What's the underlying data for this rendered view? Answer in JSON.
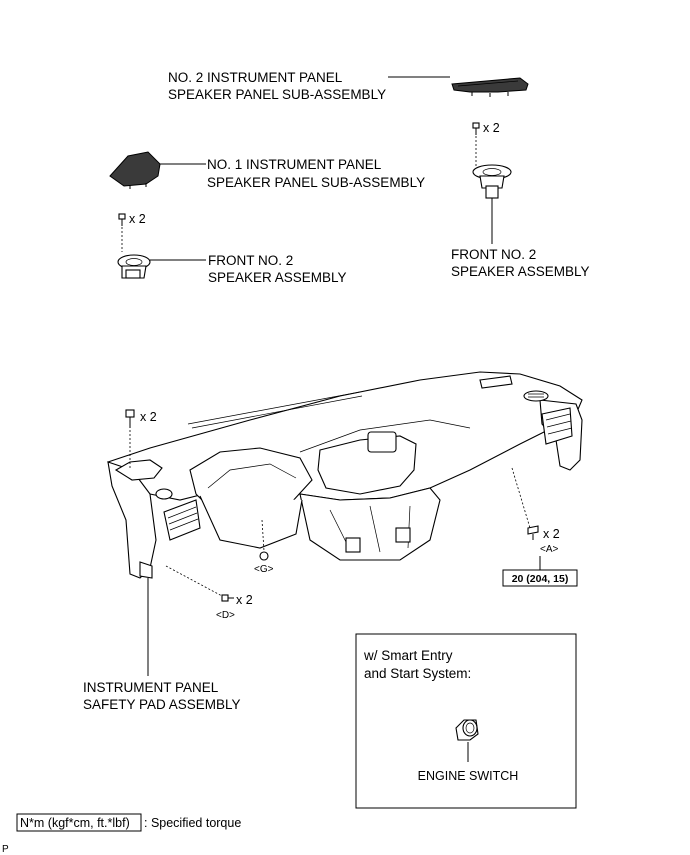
{
  "labels": {
    "no2_panel_line1": "NO. 2 INSTRUMENT PANEL",
    "no2_panel_line2": "SPEAKER PANEL SUB-ASSEMBLY",
    "no1_panel_line1": "NO. 1 INSTRUMENT PANEL",
    "no1_panel_line2": "SPEAKER PANEL SUB-ASSEMBLY",
    "front_speaker_left_line1": "FRONT NO. 2",
    "front_speaker_left_line2": "SPEAKER ASSEMBLY",
    "front_speaker_right_line1": "FRONT NO. 2",
    "front_speaker_right_line2": "SPEAKER ASSEMBLY",
    "safety_pad_line1": "INSTRUMENT PANEL",
    "safety_pad_line2": "SAFETY PAD ASSEMBLY",
    "engine_switch": "ENGINE SWITCH"
  },
  "quantities": {
    "screw_right_speaker": "x 2",
    "screw_left_speaker": "x 2",
    "bolt_pad_left": "x 2",
    "bolt_a": "x 2",
    "bolt_d": "x 2"
  },
  "callouts": {
    "a": "<A>",
    "d": "<D>",
    "g": "<G>"
  },
  "torque": {
    "value": "20 (204, 15)"
  },
  "inset": {
    "line1": "w/ Smart Entry",
    "line2": "and Start System:"
  },
  "legend": {
    "unit_box": "N*m (kgf*cm, ft.*lbf)",
    "description": ": Specified torque"
  },
  "corner_mark": "P"
}
